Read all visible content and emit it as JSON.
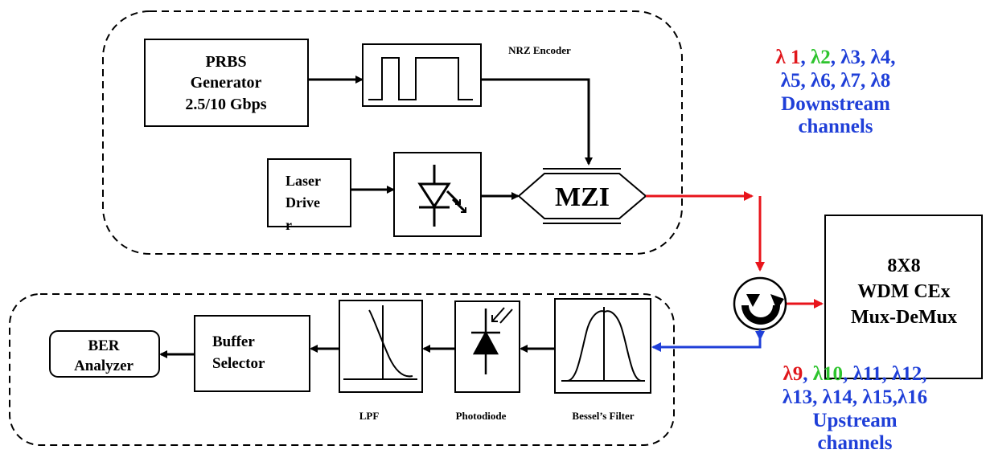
{
  "blocks": {
    "prbs": [
      "PRBS",
      "Generator",
      "2.5/10 Gbps"
    ],
    "nrz_label": "NRZ Encoder",
    "laser": [
      "Laser",
      "Drive",
      "r"
    ],
    "mzi": "MZI",
    "mux": [
      "8X8",
      "WDM CEx",
      "Mux-DeMux"
    ],
    "ber": [
      "BER",
      "Analyzer"
    ],
    "buffer": [
      "Buffer",
      "Selector"
    ],
    "lpf_label": "LPF",
    "photodiode_label": "Photodiode",
    "bessel_label": "Bessel’s  Filter"
  },
  "downstream": {
    "line1": [
      {
        "text": "λ 1",
        "color": "#e0161b"
      },
      {
        "text": ", ",
        "color": "#1f3fd8"
      },
      {
        "text": "λ2",
        "color": "#2ec42e"
      },
      {
        "text": ", λ3, λ4,",
        "color": "#1f3fd8"
      }
    ],
    "line2": "λ5, λ6, λ7, λ8",
    "line3": "Downstream",
    "line4": "channels"
  },
  "upstream": {
    "line1": [
      {
        "text": "λ9",
        "color": "#e0161b"
      },
      {
        "text": ", ",
        "color": "#1f3fd8"
      },
      {
        "text": "λ10",
        "color": "#2ec42e"
      },
      {
        "text": ", λ11, λ12,",
        "color": "#1f3fd8"
      }
    ],
    "line2": "λ13, λ14, λ15,λ16",
    "line3": "Upstream",
    "line4": "channels"
  },
  "colors": {
    "downstream_link": "#e8141b",
    "upstream_link": "#1f3fd8",
    "blue_text": "#1f3fd8"
  }
}
